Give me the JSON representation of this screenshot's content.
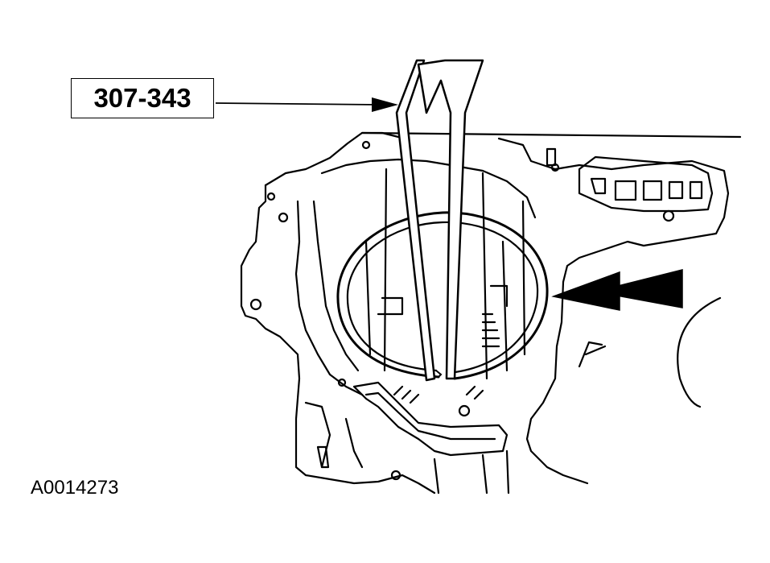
{
  "callout": {
    "tool_number": "307-343"
  },
  "figure": {
    "id": "A0014273"
  },
  "colors": {
    "ink": "#000000",
    "paper": "#ffffff"
  },
  "icons": [
    "snap-ring-pliers",
    "retaining-ring",
    "direction-arrow"
  ]
}
